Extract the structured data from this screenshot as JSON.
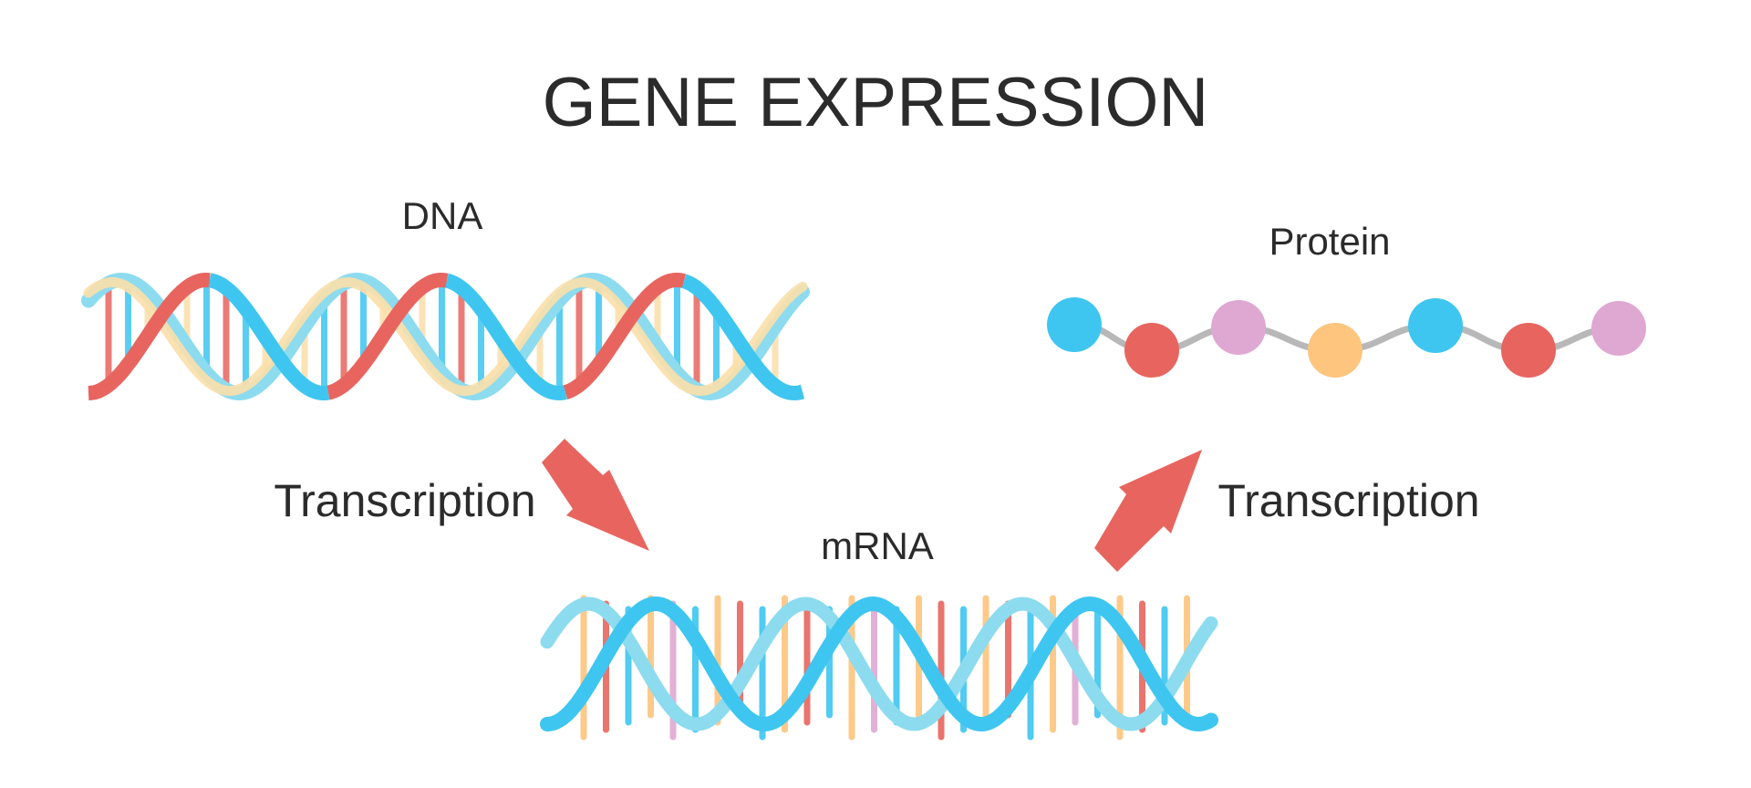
{
  "title": "GENE EXPRESSION",
  "labels": {
    "dna": "DNA",
    "mrna": "mRNA",
    "protein": "Protein"
  },
  "steps": {
    "left": "Transcription",
    "right": "Transcription"
  },
  "colors": {
    "red": "#e8655f",
    "blue": "#3ec6f0",
    "light_blue": "#8ddbef",
    "light_yellow": "#fbdfaa",
    "orange": "#fdc57e",
    "pink": "#dfa8d2",
    "gray_chain": "#b8b8b8",
    "arrow": "#e8655f",
    "text": "#2b2b2b"
  },
  "protein_beads": [
    "blue",
    "red",
    "pink",
    "orange",
    "blue",
    "red",
    "pink"
  ]
}
